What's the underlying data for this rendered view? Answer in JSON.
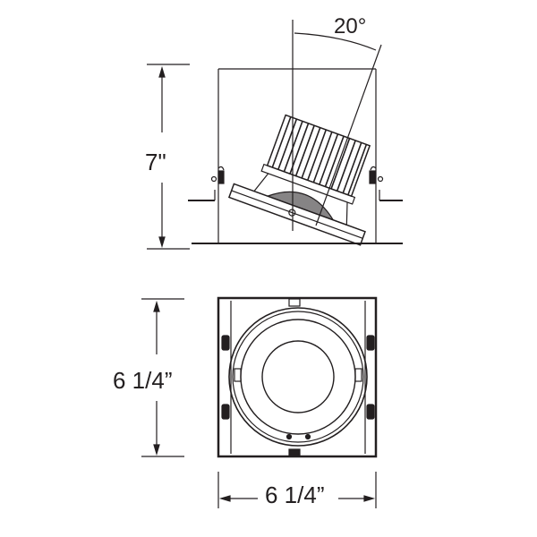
{
  "diagram": {
    "type": "technical-dimension-drawing",
    "subject": "adjustable recessed downlight",
    "views": [
      {
        "name": "side-view",
        "annotations": {
          "tilt_angle": "20°",
          "height": "7\""
        }
      },
      {
        "name": "bottom-view",
        "annotations": {
          "square_height": "6 1/4”",
          "square_width": "6 1/4”"
        }
      }
    ]
  },
  "labels": {
    "angle": "20°",
    "height": "7\"",
    "square_height": "6 1/4”",
    "square_width": "6 1/4”"
  },
  "colors": {
    "line": "#231f20",
    "background": "#ffffff"
  }
}
